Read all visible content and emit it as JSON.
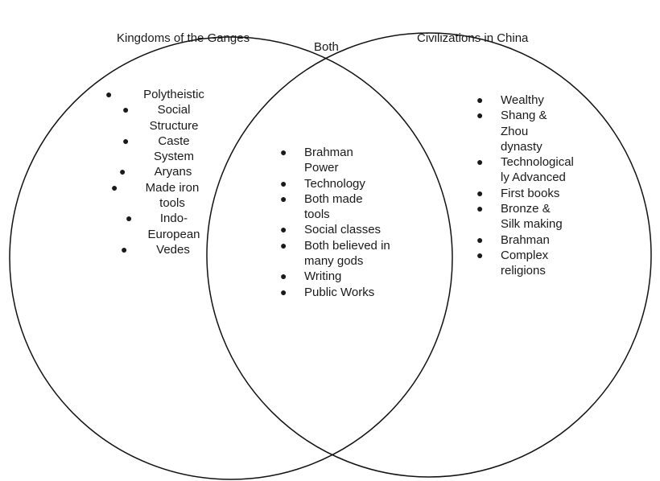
{
  "labels": {
    "left": "Kingdoms of the Ganges",
    "both": "Both",
    "right": "Civilizations in China"
  },
  "icons": {
    "bullet": "bullet-icon"
  },
  "colors": {
    "stroke": "#111111",
    "text": "#1a1a1a"
  },
  "lists": {
    "ganges": [
      "Polytheistic",
      "Social Structure",
      "Caste System",
      "Aryans",
      "Made iron tools",
      "Indo-European",
      "Vedes"
    ],
    "both": [
      "Brahman Power",
      "Technology",
      "Both made tools",
      "Social classes",
      "Both believed in many gods",
      "Writing",
      "Public Works"
    ],
    "china": [
      "Wealthy",
      "Shang & Zhou dynasty",
      "Technologically Advanced",
      "First books",
      "Bronze & Silk making",
      "Brahman",
      "Complex religions"
    ]
  }
}
